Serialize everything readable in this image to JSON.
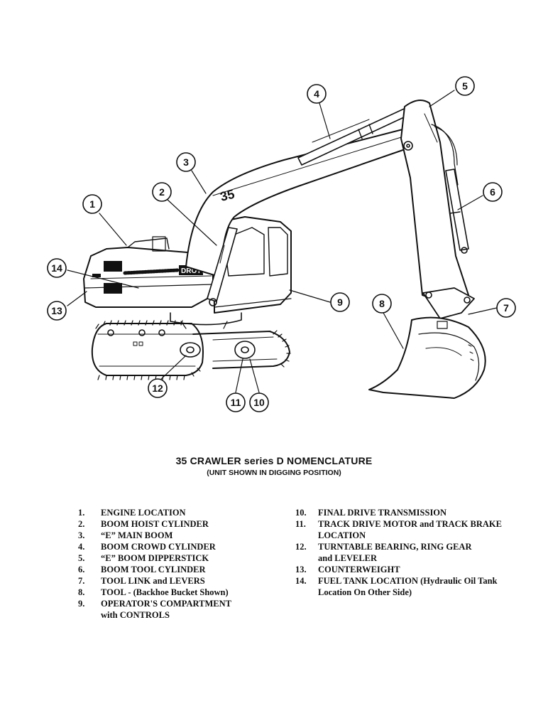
{
  "callouts": [
    "1",
    "2",
    "3",
    "4",
    "5",
    "6",
    "7",
    "8",
    "9",
    "10",
    "11",
    "12",
    "13",
    "14"
  ],
  "machine_badge": "35",
  "brand_label": "DROTT",
  "title": "35 CRAWLER series D NOMENCLATURE",
  "subtitle": "(UNIT SHOWN IN DIGGING POSITION)",
  "legend_left": [
    {
      "num": "1.",
      "text": "ENGINE LOCATION"
    },
    {
      "num": "2.",
      "text": "BOOM HOIST CYLINDER"
    },
    {
      "num": "3.",
      "text": "“E” MAIN BOOM"
    },
    {
      "num": "4.",
      "text": "BOOM CROWD CYLINDER"
    },
    {
      "num": "5.",
      "text": "“E” BOOM DIPPERSTICK"
    },
    {
      "num": "6.",
      "text": "BOOM TOOL CYLINDER"
    },
    {
      "num": "7.",
      "text": "TOOL LINK and LEVERS"
    },
    {
      "num": "8.",
      "text": "TOOL - (Backhoe Bucket Shown)"
    },
    {
      "num": "9.",
      "text": "OPERATOR'S COMPARTMENT\n  with CONTROLS"
    }
  ],
  "legend_right": [
    {
      "num": "10.",
      "text": "FINAL DRIVE TRANSMISSION"
    },
    {
      "num": "11.",
      "text": "TRACK DRIVE MOTOR and TRACK BRAKE\nLOCATION"
    },
    {
      "num": "12.",
      "text": "TURNTABLE BEARING, RING GEAR\nand LEVELER"
    },
    {
      "num": "13.",
      "text": "COUNTERWEIGHT"
    },
    {
      "num": "14.",
      "text": "FUEL TANK LOCATION (Hydraulic Oil Tank\nLocation On Other Side)"
    }
  ]
}
